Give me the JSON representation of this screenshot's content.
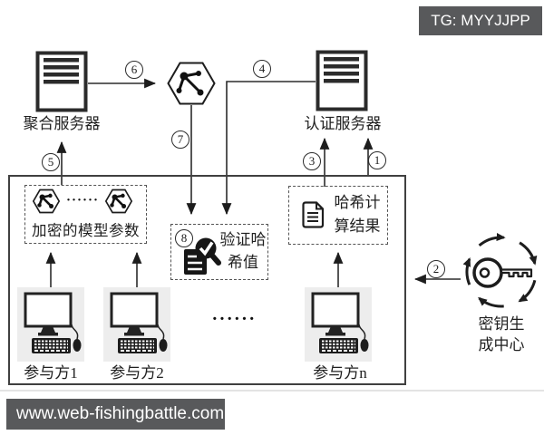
{
  "badge": {
    "text": "TG: MYYJJPP"
  },
  "watermark": {
    "text": "www.web-fishingbattle.com"
  },
  "colors": {
    "banner_bg": "#58595b",
    "line": "#2b2b2b",
    "big_box_border": "#404040",
    "dashed_border": "#555555",
    "participant_bg": "#ededed",
    "icon_dark": "#1a1a1a"
  },
  "nodes": {
    "aggregation_server": {
      "label": "聚合服务器"
    },
    "auth_server": {
      "label": "认证服务器"
    },
    "encrypted_params": {
      "label": "加密的模型参数",
      "dots": "······"
    },
    "verify_hash": {
      "label_line1": "验证哈",
      "label_line2": "希值"
    },
    "hash_result": {
      "label_line1": "哈希计",
      "label_line2": "算结果"
    },
    "key_center": {
      "label_line1": "密钥生",
      "label_line2": "成中心"
    },
    "participants": [
      {
        "label": "参与方1"
      },
      {
        "label": "参与方2"
      },
      {
        "label": "参与方n"
      }
    ],
    "participants_ellipsis": "······"
  },
  "steps": {
    "s1": "1",
    "s2": "2",
    "s3": "3",
    "s4": "4",
    "s5": "5",
    "s6": "6",
    "s7": "7",
    "s8": "8"
  }
}
